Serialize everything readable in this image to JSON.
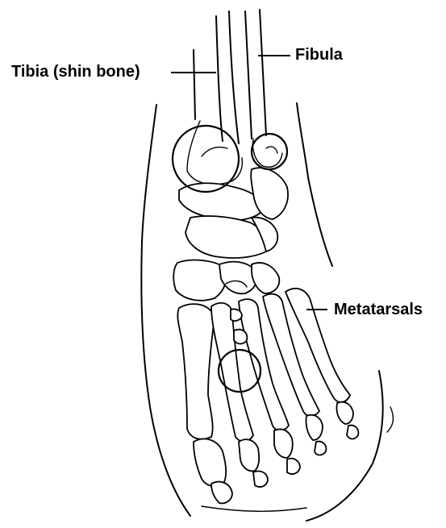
{
  "labels": {
    "tibia": "Tibia (shin bone)",
    "fibula": "Fibula",
    "metatarsals": "Metatarsals"
  },
  "colors": {
    "ink": "#000000",
    "background": "#ffffff"
  }
}
